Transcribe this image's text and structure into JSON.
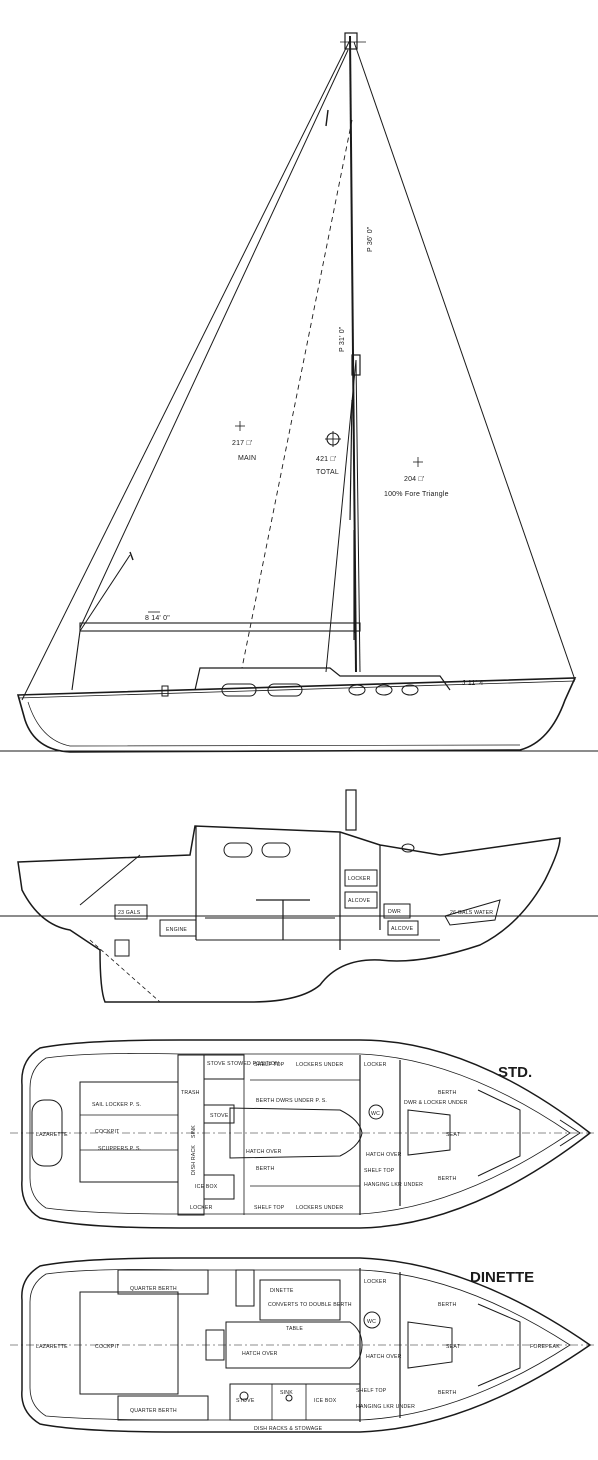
{
  "sail_plan": {
    "main_area": "217 □'",
    "main_label": "MAIN",
    "total_area": "421 □'",
    "total_label": "TOTAL",
    "fore_area": "204 □'",
    "fore_label": "100% Fore Triangle",
    "p_dim": "P 31' 0\"",
    "i_dim": "P 36' 0\"",
    "e_dim": "8 14' 0\"",
    "j_dim": "J 11' 4\""
  },
  "profile": {
    "gals_fuel": "23 GALS",
    "engine": "ENGINE",
    "alcove_upper": "ALCOVE",
    "alcove_lower": "ALCOVE",
    "dwr": "DWR",
    "gals_water": "26 GALS WATER",
    "locker": "LOCKER"
  },
  "std": {
    "heading": "STD.",
    "stove_stowed": "STOVE STOWED POSITION",
    "shelf_top_1": "SHELF TOP",
    "lockers_under_1": "LOCKERS UNDER",
    "locker_top": "LOCKER",
    "sail_locker": "SAIL LOCKER P. S.",
    "trash": "TRASH",
    "stove": "STOVE",
    "berth_dwrs": "BERTH DWRS UNDER P. S.",
    "wc": "WC",
    "dwr_locker": "DWR & LOCKER UNDER",
    "berth_fwd_top": "BERTH",
    "lazarette": "LAZARETTE",
    "cockpit": "COCKPIT",
    "sink": "SINK",
    "seat": "SEAT",
    "scuppers": "SCUPPERS P. S.",
    "dish_rack": "DISH RACK",
    "hatch_over_1": "HATCH OVER",
    "hatch_over_2": "HATCH OVER",
    "ice_box": "ICE BOX",
    "berth_mid": "BERTH",
    "shelf_top_2": "SHELF TOP",
    "hanging_lkr": "HANGING LKR UNDER",
    "berth_fwd_bottom": "BERTH",
    "locker_bottom": "LOCKER",
    "shelf_top_3": "SHELF TOP",
    "lockers_under_2": "LOCKERS UNDER"
  },
  "dinette": {
    "heading": "DINETTE",
    "locker": "LOCKER",
    "dinette": "DINETTE",
    "quarter_berth_1": "QUARTER BERTH",
    "converts": "CONVERTS TO DOUBLE BERTH",
    "wc": "WC",
    "berth_top": "BERTH",
    "lazarette": "LAZARETTE",
    "cockpit": "COCKPIT",
    "table": "TABLE",
    "seat": "SEAT",
    "forepeak": "FOREPEAK",
    "hatch_over_1": "HATCH OVER",
    "hatch_over_2": "HATCH OVER",
    "quarter_berth_2": "QUARTER BERTH",
    "stove": "STOVE",
    "sink": "SINK",
    "ice_box": "ICE BOX",
    "shelf_top": "SHELF TOP",
    "hanging_lkr": "HANGING LKR UNDER",
    "berth_bottom": "BERTH",
    "dish_racks": "DISH RACKS & STOWAGE"
  }
}
